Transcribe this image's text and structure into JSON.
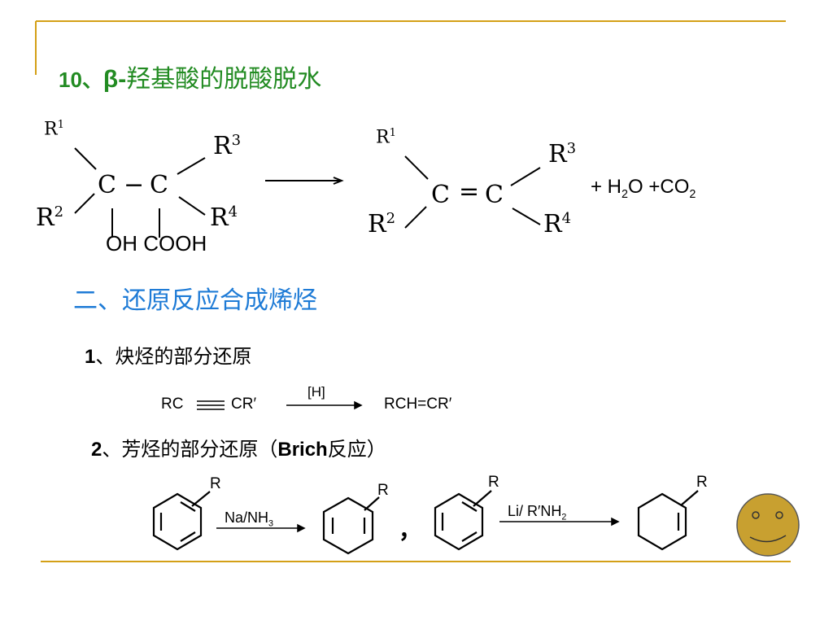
{
  "heading1": {
    "prefix": "10、",
    "beta": "β-",
    "text": "羟基酸的脱酸脱水"
  },
  "reaction1": {
    "left": {
      "r1": "R",
      "r1n": "1",
      "r2": "R",
      "r2n": "2",
      "r3": "R",
      "r3n": "3",
      "r4": "R",
      "r4n": "4",
      "c1": "C",
      "dash": "−",
      "c2": "C",
      "oh": "OH",
      "cooh": "COOH"
    },
    "right": {
      "r1": "R",
      "r1n": "1",
      "r2": "R",
      "r2n": "2",
      "r3": "R",
      "r3n": "3",
      "r4": "R",
      "r4n": "4",
      "c1": "C",
      "eq": "=",
      "c2": "C"
    },
    "byproducts": {
      "plus1": "+ H",
      "h2o_sub": "2",
      "o": "O +CO",
      "co2_sub": "2"
    }
  },
  "heading2": "二、还原反应合成烯烃",
  "sub1": {
    "num": "1",
    "text": "、炔烃的部分还原"
  },
  "reaction2": {
    "reactant_left": "RC",
    "reactant_right": "CR′",
    "reagent": "[H]",
    "product": "RCH=CR′"
  },
  "sub2": {
    "num": "2",
    "text1": "、芳烃的部分还原（",
    "bold": "Brich",
    "text2": "反应）"
  },
  "reaction3": {
    "r_a": "R",
    "reagent_a": "Na/NH",
    "reagent_a_sub": "3",
    "r_b": "R",
    "comma": "，",
    "r_c": "R",
    "reagent_c": "Li/ R′NH",
    "reagent_c_sub": "2",
    "r_d": "R"
  },
  "colors": {
    "title_green": "#228B22",
    "heading_blue": "#1E7BD6",
    "rule_gold": "#D4A017",
    "smiley_fill": "#C8A030"
  },
  "decoration": {
    "smiley": "smiley-face-icon"
  }
}
